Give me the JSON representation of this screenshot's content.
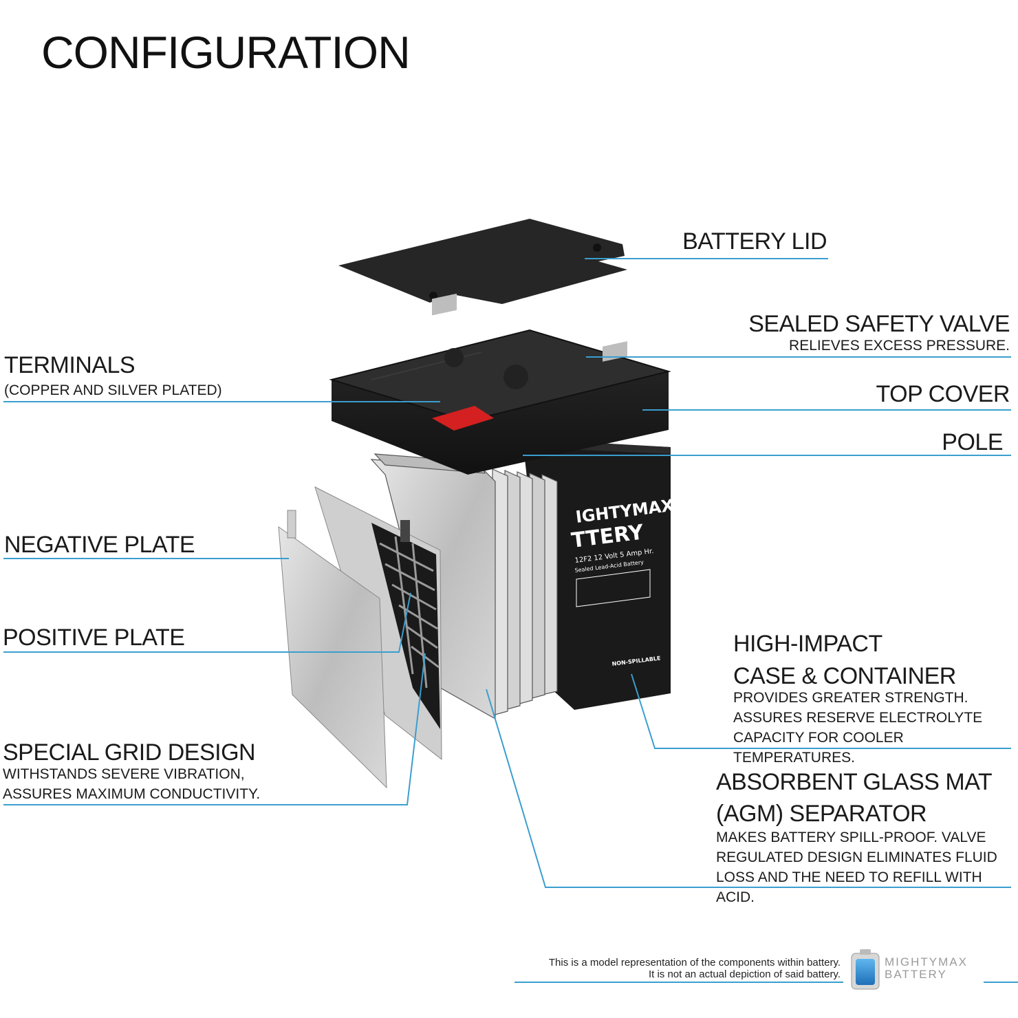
{
  "title": "CONFIGURATION",
  "labels": {
    "battery_lid": "BATTERY LID",
    "sealed_safety_valve": "SEALED SAFETY VALVE",
    "sealed_safety_valve_sub": "RELIEVES EXCESS PRESSURE.",
    "terminals": "TERMINALS",
    "terminals_sub": "(COPPER AND SILVER PLATED)",
    "top_cover": "TOP COVER",
    "pole": "POLE",
    "negative_plate": "NEGATIVE PLATE",
    "positive_plate": "POSITIVE PLATE",
    "special_grid": "SPECIAL GRID DESIGN",
    "special_grid_sub1": "WITHSTANDS SEVERE VIBRATION,",
    "special_grid_sub2": "ASSURES MAXIMUM CONDUCTIVITY.",
    "high_impact1": "HIGH-IMPACT",
    "high_impact2": "CASE & CONTAINER",
    "high_impact_sub1": "PROVIDES GREATER STRENGTH.",
    "high_impact_sub2": "ASSURES RESERVE ELECTROLYTE",
    "high_impact_sub3": "CAPACITY FOR COOLER TEMPERATURES.",
    "agm1": "ABSORBENT GLASS MAT",
    "agm2": "(AGM) SEPARATOR",
    "agm_sub1": "MAKES BATTERY SPILL-PROOF. VALVE",
    "agm_sub2": "REGULATED DESIGN ELIMINATES FLUID",
    "agm_sub3": "LOSS AND THE NEED TO REFILL WITH ACID."
  },
  "battery_label": {
    "brand1": "IGHTYMAX",
    "brand2": "TTERY",
    "model": "12F2 12 Volt 5 Amp Hr.",
    "type": "Sealed Lead-Acid Battery",
    "non_spillable": "NON-SPILLABLE"
  },
  "footer": {
    "line1": "This is a model representation of the components within battery.",
    "line2": "It is not an actual depiction of said battery.",
    "logo_line1": "MIGHTYMAX",
    "logo_line2": "BATTERY"
  },
  "colors": {
    "leader_line": "#3a9ecf",
    "battery_body": "#1c1c1c",
    "plate": "#c8c8c8",
    "terminal_red": "#d42020"
  }
}
